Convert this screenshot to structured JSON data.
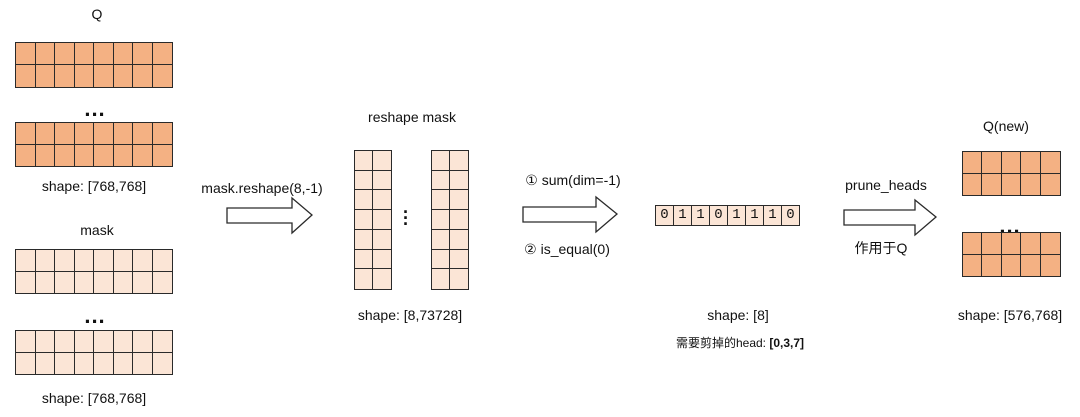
{
  "q_section": {
    "title": "Q",
    "dots": "...",
    "shape": "shape: [768,768]"
  },
  "mask_section": {
    "title": "mask",
    "dots": "...",
    "shape": "shape: [768,768]"
  },
  "step_reshape": {
    "label": "mask.reshape(8,-1)"
  },
  "reshape_section": {
    "title": "reshape mask",
    "dots": ":",
    "shape": "shape: [8,73728]"
  },
  "step_sum": {
    "label1": "① sum(dim=-1)",
    "label2": "② is_equal(0)"
  },
  "vector_section": {
    "values": [
      "0",
      "1",
      "1",
      "0",
      "1",
      "1",
      "1",
      "0"
    ],
    "shape": "shape: [8]",
    "note_prefix": "需要剪掉的head: ",
    "note_value": "[0,3,7]"
  },
  "step_prune": {
    "label1": "prune_heads",
    "label2": "作用于Q"
  },
  "qnew_section": {
    "title": "Q(new)",
    "dots": "...",
    "shape": "shape: [576,768]"
  },
  "colors": {
    "dark_cell": "#f4b183",
    "light_cell": "#fbe5d6",
    "line": "#2a2a2a"
  }
}
